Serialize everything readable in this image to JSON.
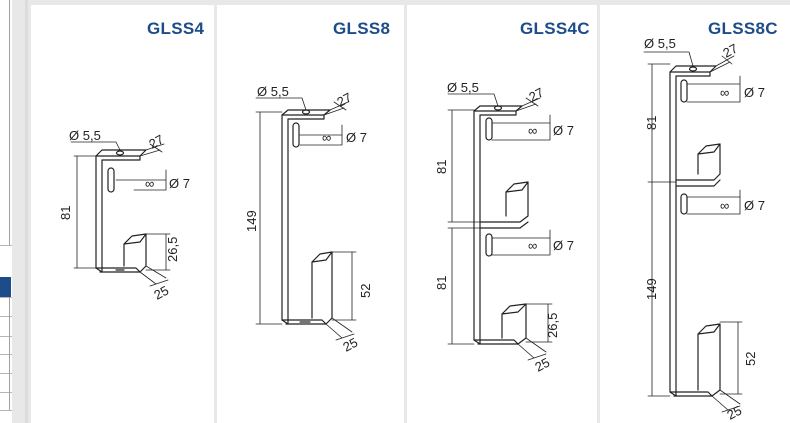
{
  "products": [
    {
      "code": "GLSS4",
      "dims": {
        "hole": "Ø 5,5",
        "width": "27",
        "slot_dim": "∞",
        "slot_dia": "Ø 7",
        "height": "81",
        "bottom": "26,5",
        "depth": "25"
      }
    },
    {
      "code": "GLSS8",
      "dims": {
        "hole": "Ø 5,5",
        "width": "27",
        "slot_dim": "∞",
        "slot_dia": "Ø 7",
        "height": "149",
        "bottom": "52",
        "depth": "25"
      }
    },
    {
      "code": "GLSS4C",
      "dims": {
        "hole": "Ø 5,5",
        "width": "27",
        "slot_dim_top": "∞",
        "slot_dia_top": "Ø 7",
        "slot_dim_mid": "∞",
        "slot_dia_mid": "Ø 7",
        "height_top": "81",
        "height_bottom": "81",
        "bottom": "26,5",
        "depth": "25"
      }
    },
    {
      "code": "GLSS8C",
      "dims": {
        "hole": "Ø 5,5",
        "width": "27",
        "slot_dim_top": "∞",
        "slot_dia_top": "Ø 7",
        "slot_dim_mid": "∞",
        "slot_dia_mid": "Ø 7",
        "height_top": "81",
        "height_bottom": "149",
        "bottom": "52",
        "depth": "25"
      }
    }
  ],
  "colors": {
    "title": "#1c4c8a",
    "line": "#222222",
    "divider": "#dcdcdc"
  }
}
